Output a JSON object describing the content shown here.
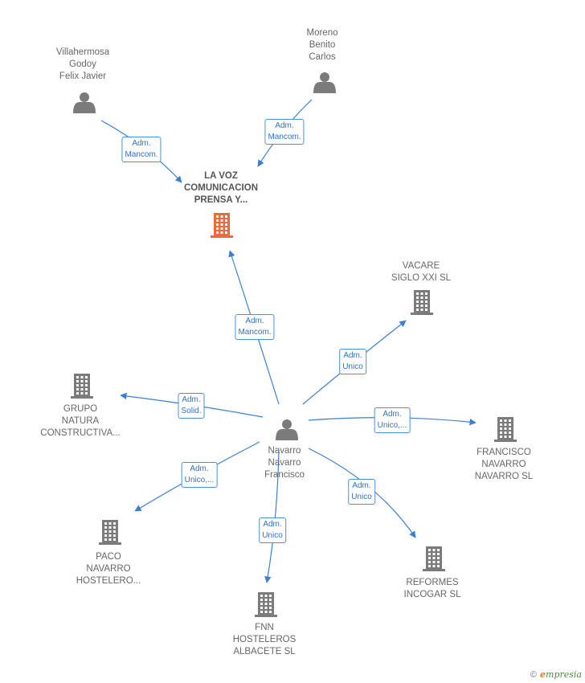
{
  "colors": {
    "edge": "#3a7fd5",
    "person_icon": "#7b7b7b",
    "company_icon": "#7b7b7b",
    "focus_icon": "#ee6a3c"
  },
  "nodes": {
    "villahermosa": {
      "label": "Villahermosa\nGodoy\nFelix Javier",
      "icon": "person-icon"
    },
    "moreno": {
      "label": "Moreno\nBenito\nCarlos",
      "icon": "person-icon"
    },
    "lavoz": {
      "label": "LA VOZ\nCOMUNICACION\nPRENSA Y...",
      "icon": "building-icon"
    },
    "vacare": {
      "label": "VACARE\nSIGLO XXI SL",
      "icon": "building-icon"
    },
    "grupo": {
      "label": "GRUPO\nNATURA\nCONSTRUCTIVA...",
      "icon": "building-icon"
    },
    "navarro": {
      "label": "Navarro\nNavarro\nFrancisco",
      "icon": "person-icon"
    },
    "francisco": {
      "label": "FRANCISCO\nNAVARRO\nNAVARRO SL",
      "icon": "building-icon"
    },
    "paco": {
      "label": "PACO\nNAVARRO\nHOSTELERO...",
      "icon": "building-icon"
    },
    "reformes": {
      "label": "REFORMES\nINCOGAR SL",
      "icon": "building-icon"
    },
    "fnn": {
      "label": "FNN\nHOSTELEROS\nALBACETE  SL",
      "icon": "building-icon"
    }
  },
  "edges": [
    {
      "from": "villahermosa",
      "to": "lavoz",
      "label": "Adm.\nMancom."
    },
    {
      "from": "moreno",
      "to": "lavoz",
      "label": "Adm.\nMancom."
    },
    {
      "from": "navarro",
      "to": "lavoz",
      "label": "Adm.\nMancom."
    },
    {
      "from": "navarro",
      "to": "vacare",
      "label": "Adm.\nUnico"
    },
    {
      "from": "navarro",
      "to": "grupo",
      "label": "Adm.\nSolid."
    },
    {
      "from": "navarro",
      "to": "francisco",
      "label": "Adm.\nUnico,..."
    },
    {
      "from": "navarro",
      "to": "paco",
      "label": "Adm.\nUnico,..."
    },
    {
      "from": "navarro",
      "to": "reformes",
      "label": "Adm.\nUnico"
    },
    {
      "from": "navarro",
      "to": "fnn",
      "label": "Adm.\nUnico"
    }
  ],
  "footer": {
    "copyright": "©",
    "brand_first": "e",
    "brand_rest": "mpresia"
  }
}
